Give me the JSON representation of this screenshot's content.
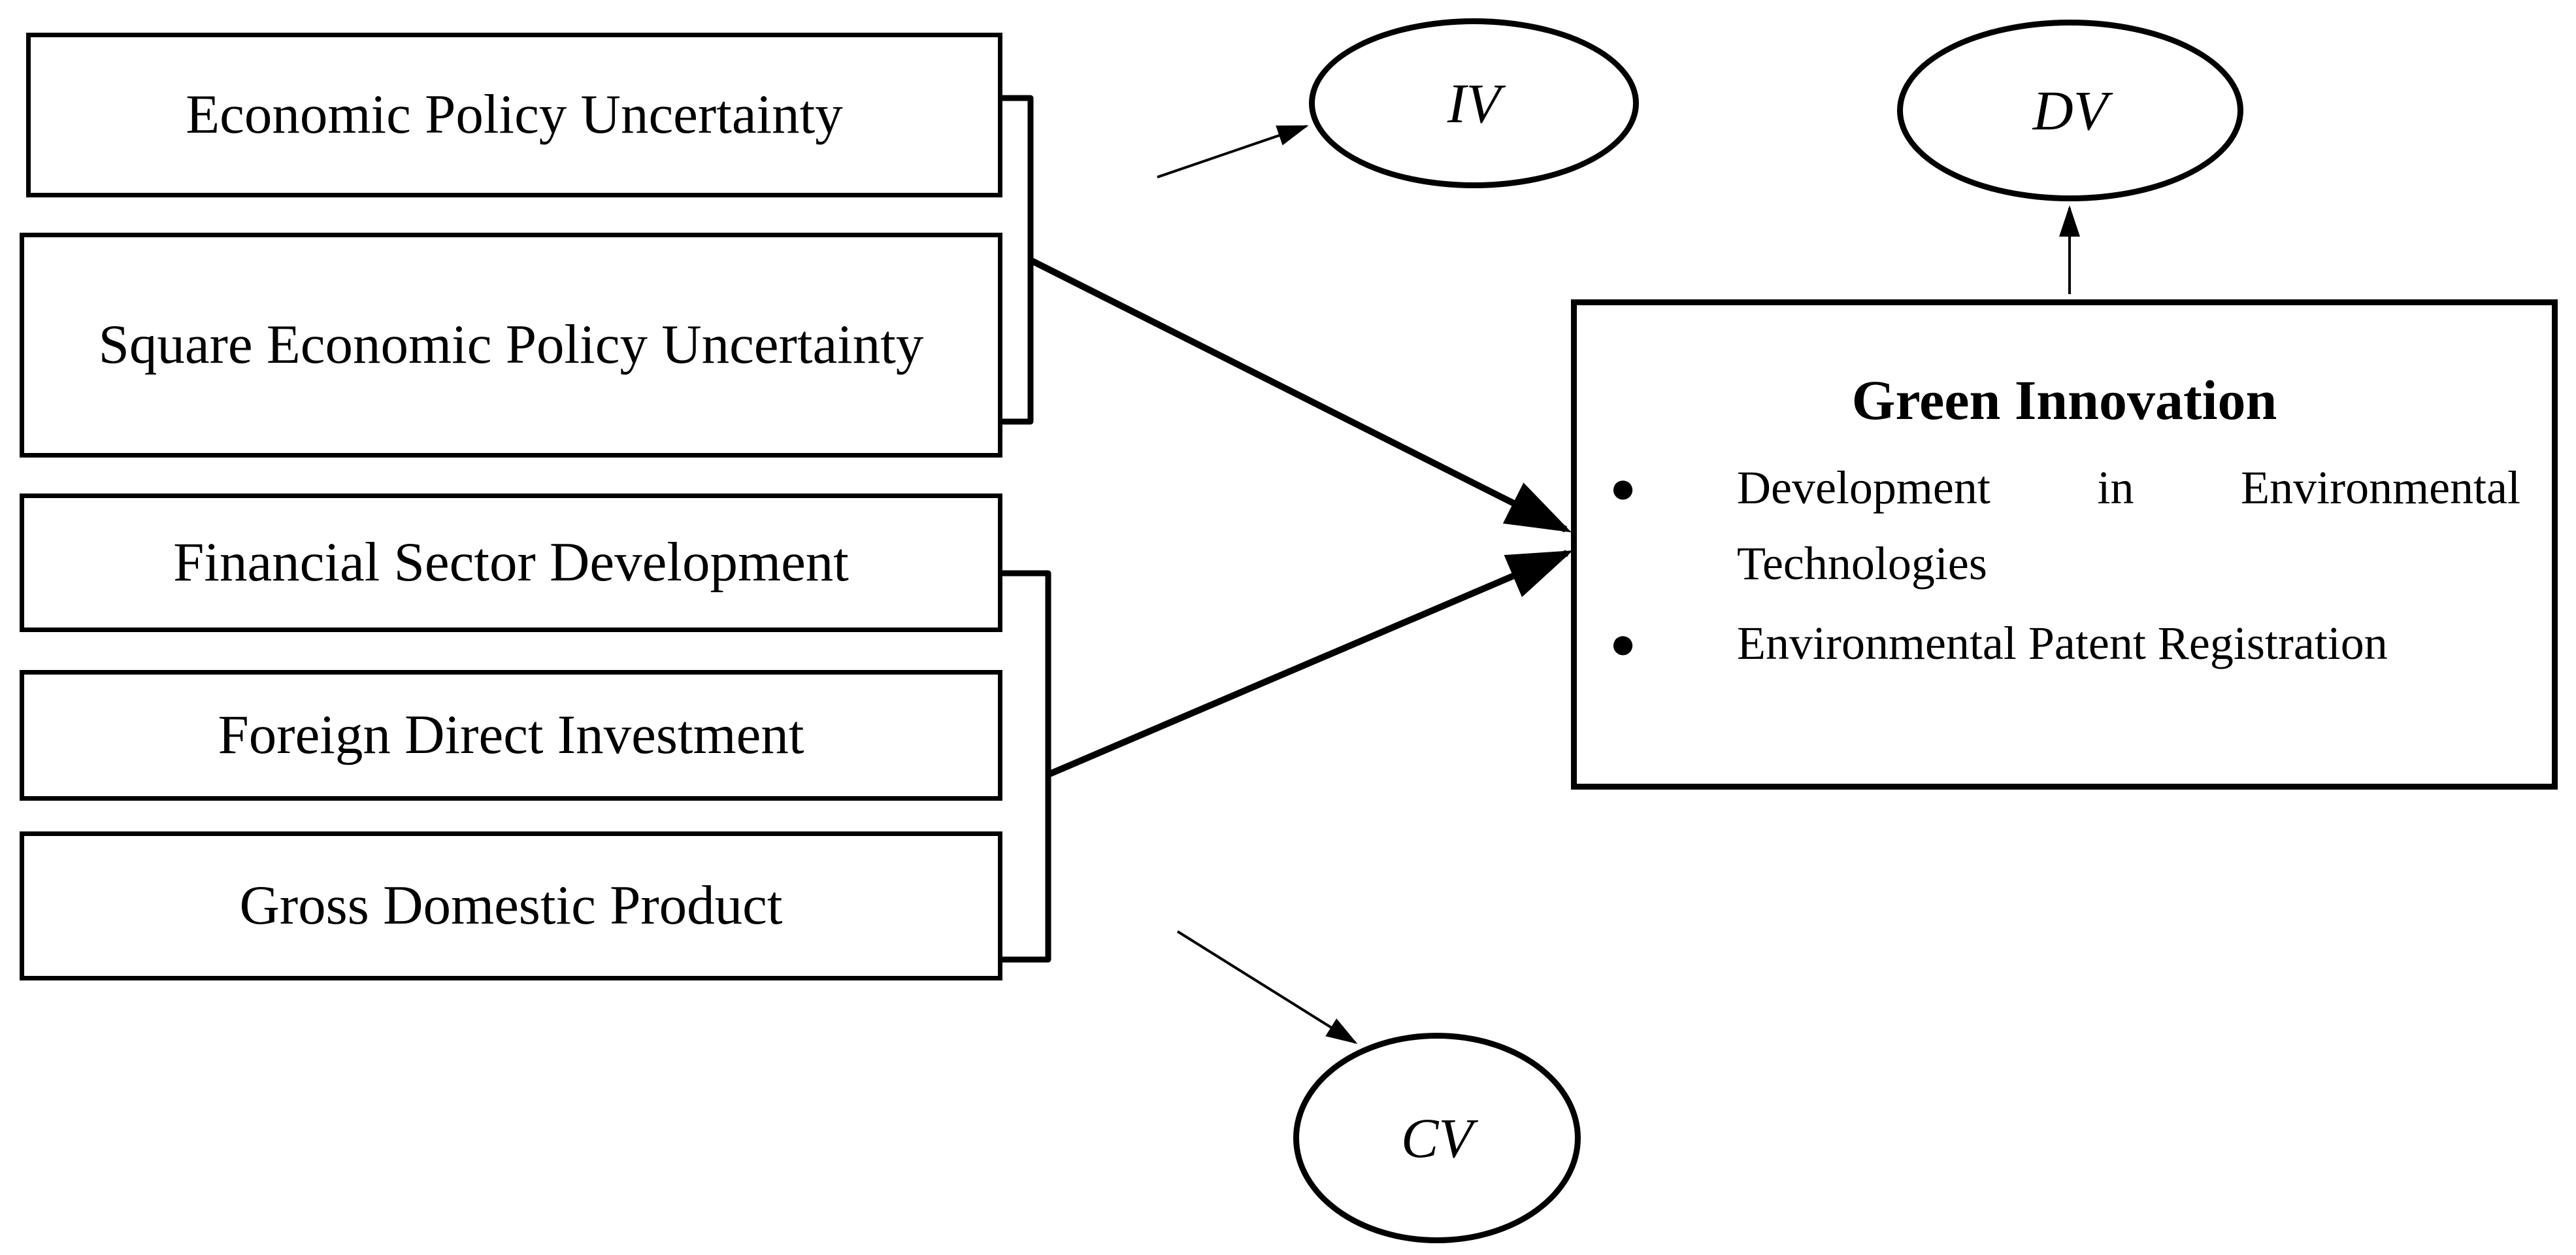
{
  "figure": {
    "ink_color": "#000000",
    "paper_color": "#ffffff"
  },
  "predictor_boxes": [
    {
      "label": "Economic Policy Uncertainty"
    },
    {
      "label": "Square Economic Policy Uncertainty"
    },
    {
      "label": "Financial Sector Development"
    },
    {
      "label": "Foreign Direct Investment"
    },
    {
      "label": "Gross Domestic Product"
    }
  ],
  "ellipses": {
    "iv": {
      "label": "IV"
    },
    "dv": {
      "label": "DV"
    },
    "cv": {
      "label": "CV"
    }
  },
  "outcome_box": {
    "title": "Green Innovation",
    "bullet_char": "●",
    "bullets": [
      "Development in Environmental Technologies",
      "Environmental Patent Registration"
    ]
  }
}
